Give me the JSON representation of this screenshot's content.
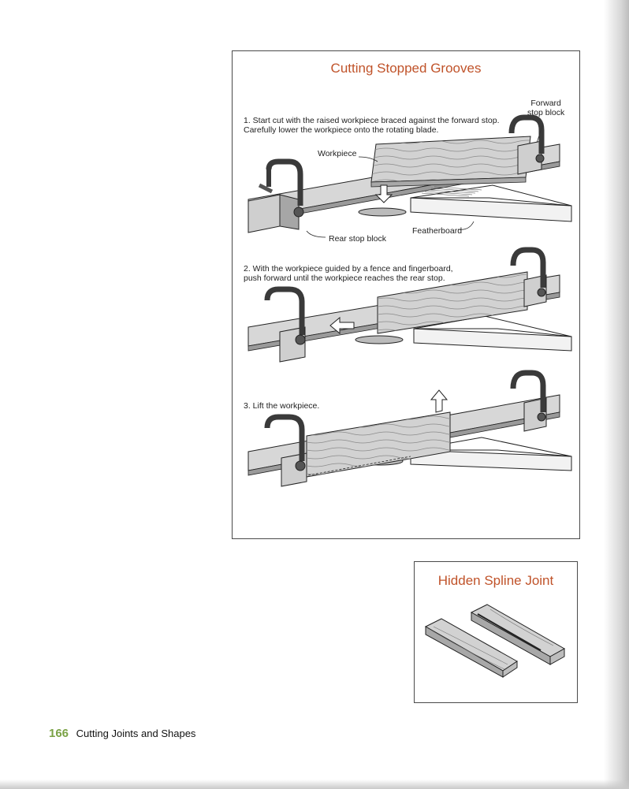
{
  "figure": {
    "title": "Cutting Stopped Grooves",
    "step1": {
      "line1": "1. Start cut with the raised workpiece braced against the forward stop.",
      "line2": "Carefully lower the workpiece onto the rotating blade."
    },
    "step2": {
      "line1": "2. With the workpiece guided by a fence and fingerboard,",
      "line2": "push forward until the workpiece reaches the rear stop."
    },
    "step3": {
      "line1": "3. Lift the workpiece."
    },
    "labels": {
      "forward_stop_line1": "Forward",
      "forward_stop_line2": "stop block",
      "workpiece": "Workpiece",
      "rear_stop": "Rear stop block",
      "featherboard": "Featherboard"
    }
  },
  "spline": {
    "title": "Hidden Spline Joint"
  },
  "footer": {
    "page_number": "166",
    "section_title": "Cutting Joints and Shapes"
  },
  "colors": {
    "title_accent": "#c0532a",
    "page_number": "#7aa245",
    "wood": "#c9c9c9",
    "clamp": "#3a3a3a"
  }
}
